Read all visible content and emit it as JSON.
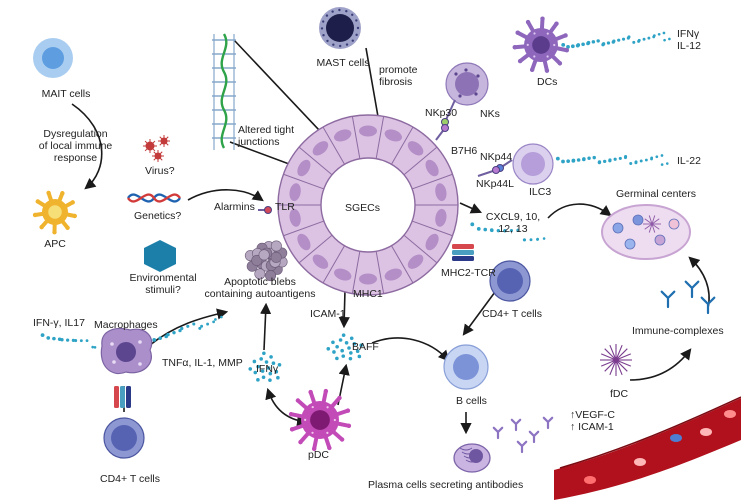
{
  "colors": {
    "epithelium": "#dcc3e3",
    "epithelium_edge": "#8d6ba1",
    "nucleus": "#b48ec6",
    "cell_blue": "#a9cdf0",
    "cell_blue_core": "#5d9de0",
    "t_cell": "#8d97d2",
    "t_cell_core": "#5663b3",
    "magenta": "#c24bb8",
    "purple": "#9d74bf",
    "cytokine_dots": "#2ea3c6",
    "vessel": "#b0111c",
    "apc": "#f0b32e",
    "hexagon": "#1b7fa9",
    "germinal": "#eeddf1"
  },
  "labels": {
    "mait_cells": "MAIT cells",
    "dysregulation": "Dysregulation\nof local immune\nresponse",
    "apc": "APC",
    "virus": "Virus?",
    "genetics": "Genetics?",
    "environmental": "Environmental\nstimuli?",
    "alarmins": "Alarmins",
    "tlr": "TLR",
    "altered_tight_junctions": "Altered tight\njunctions",
    "mast_cells": "MAST cells",
    "promote_fibrosis": "promote\nfibrosis",
    "nkp30": "NKp30",
    "nks": "NKs",
    "b7h6": "B7H6",
    "dcs": "DCs",
    "ifn_gamma_il12": "IFNγ\nIL-12",
    "nkp44": "NKp44",
    "nkp44l": "NKp44L",
    "ilc3": "ILC3",
    "il22": "IL-22",
    "sgecs": "SGECs",
    "cxcl": "CXCL9, 10,\n12, 13",
    "germinal_centers": "Germinal centers",
    "apoptotic_blebs": "Apoptotic blebs\ncontaining autoantigens",
    "mhc1": "MHC1",
    "mhc2_tcr": "MHC2-TCR",
    "cd4_t_cells_right": "CD4+ T cells",
    "immune_complexes": "Immune-complexes",
    "icam1": "ICAM-1",
    "baff": "BAFF",
    "ifn_il17": "IFN-γ, IL17",
    "macrophages": "Macrophages",
    "tnfa": "TNFα, IL-1, MMP",
    "ifn_gamma_small": "IFNγ",
    "b_cells": "B cells",
    "fdc": "fDC",
    "vegf_icam": "↑VEGF-C\n↑ ICAM-1",
    "pdc": "pDC",
    "cd4_t_cells_left": "CD4+ T cells",
    "plasma_cells": "Plasma cells secreting antibodies"
  }
}
